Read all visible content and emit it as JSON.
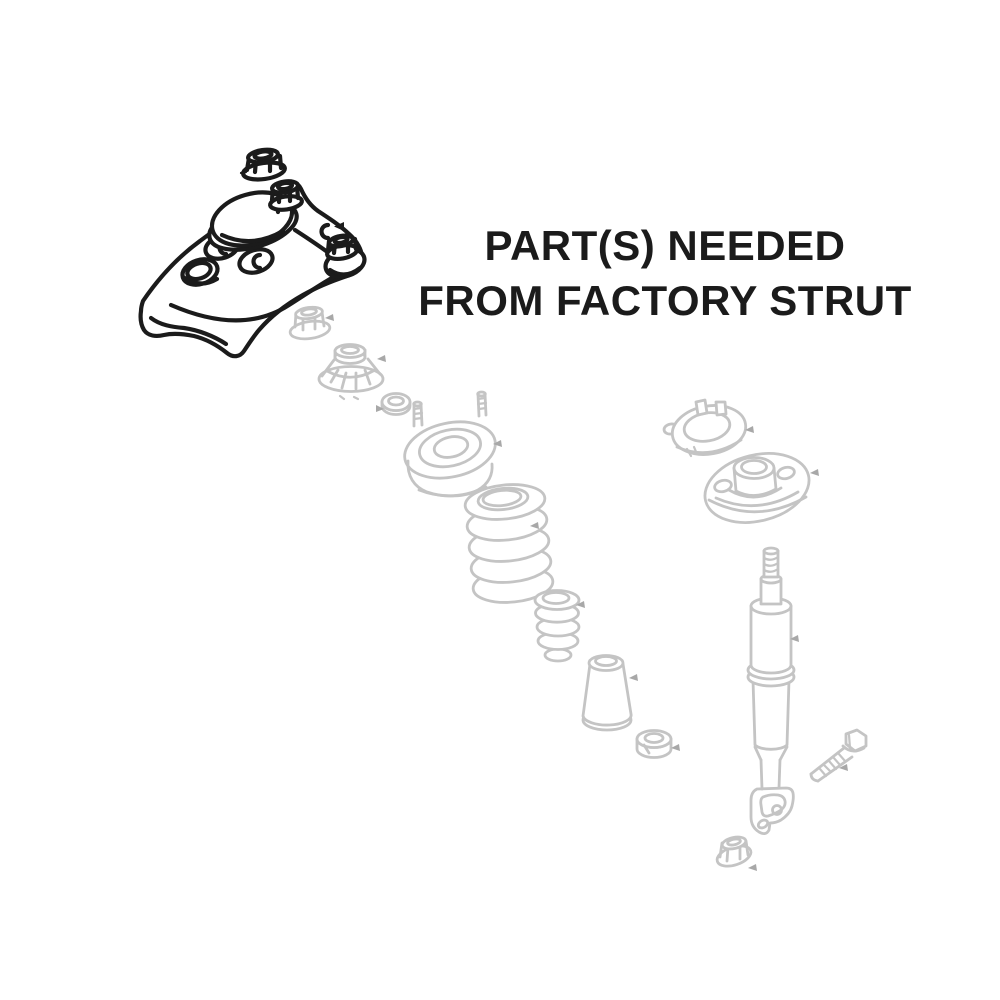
{
  "heading": {
    "line1": "PART(S) NEEDED",
    "line2": "FROM FACTORY STRUT"
  },
  "colors": {
    "ink": "#1b1b1b",
    "part_line": "#c4c4c4",
    "arrow": "#a8a8a8",
    "background": "#ffffff"
  },
  "diagram": {
    "type": "exploded-parts-illustration",
    "highlighted_parts": [
      "strut-rod-nut",
      "strut-mount-plate"
    ],
    "parts": [
      {
        "id": "strut-rod-nut",
        "rendering": "bold-black"
      },
      {
        "id": "strut-mount-plate",
        "rendering": "bold-black"
      },
      {
        "id": "lock-nut",
        "rendering": "light-gray"
      },
      {
        "id": "bearing-dust-cap",
        "rendering": "light-gray"
      },
      {
        "id": "washer",
        "rendering": "light-gray"
      },
      {
        "id": "upper-strut-mount",
        "rendering": "light-gray"
      },
      {
        "id": "coil-spring",
        "rendering": "light-gray"
      },
      {
        "id": "bump-stop",
        "rendering": "light-gray"
      },
      {
        "id": "dust-boot",
        "rendering": "light-gray"
      },
      {
        "id": "spacer-ring",
        "rendering": "light-gray"
      },
      {
        "id": "spring-seat-clip",
        "rendering": "light-gray"
      },
      {
        "id": "lower-spring-seat",
        "rendering": "light-gray"
      },
      {
        "id": "shock-absorber",
        "rendering": "light-gray"
      },
      {
        "id": "mounting-bolt",
        "rendering": "light-gray"
      },
      {
        "id": "mounting-nut",
        "rendering": "light-gray"
      }
    ]
  }
}
